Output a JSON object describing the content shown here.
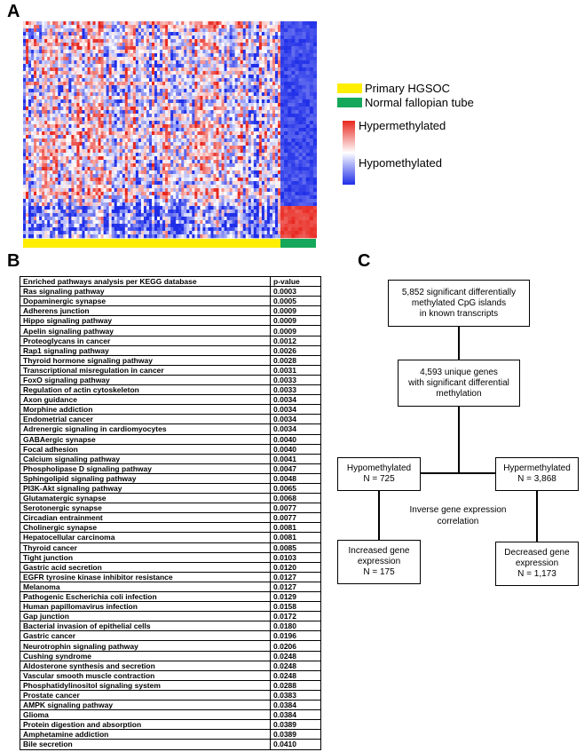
{
  "panels": {
    "a": "A",
    "b": "B",
    "c": "C"
  },
  "heatmap": {
    "colors": {
      "hyper": "#e8271f",
      "hypo": "#1f2ee8",
      "mid": "#ffffff"
    },
    "annotation_colors": {
      "tumor": "#ffee00",
      "normal": "#15a85a"
    }
  },
  "legend": {
    "primary": {
      "label": "Primary HGSOC",
      "color": "#ffee00"
    },
    "normal": {
      "label": "Normal fallopian tube",
      "color": "#15a85a"
    },
    "hyper_label": "Hypermethylated",
    "hypo_label": "Hypomethylated"
  },
  "table": {
    "header": {
      "pathway": "Enriched pathways analysis per KEGG database",
      "pvalue": "p-value"
    },
    "rows": [
      [
        "Ras signaling pathway",
        "0.0003"
      ],
      [
        "Dopaminergic synapse",
        "0.0005"
      ],
      [
        "Adherens junction",
        "0.0009"
      ],
      [
        "Hippo signaling pathway",
        "0.0009"
      ],
      [
        "Apelin signaling pathway",
        "0.0009"
      ],
      [
        "Proteoglycans in cancer",
        "0.0012"
      ],
      [
        "Rap1 signaling pathway",
        "0.0026"
      ],
      [
        "Thyroid hormone signaling pathway",
        "0.0028"
      ],
      [
        "Transcriptional misregulation in cancer",
        "0.0031"
      ],
      [
        "FoxO signaling pathway",
        "0.0033"
      ],
      [
        "Regulation of actin cytoskeleton",
        "0.0033"
      ],
      [
        "Axon guidance",
        "0.0034"
      ],
      [
        "Morphine addiction",
        "0.0034"
      ],
      [
        "Endometrial cancer",
        "0.0034"
      ],
      [
        "Adrenergic signaling in cardiomyocytes",
        "0.0034"
      ],
      [
        "GABAergic synapse",
        "0.0040"
      ],
      [
        "Focal adhesion",
        "0.0040"
      ],
      [
        "Calcium signaling pathway",
        "0.0041"
      ],
      [
        "Phospholipase D signaling pathway",
        "0.0047"
      ],
      [
        "Sphingolipid signaling pathway",
        "0.0048"
      ],
      [
        "PI3K-Akt signaling pathway",
        "0.0065"
      ],
      [
        "Glutamatergic synapse",
        "0.0068"
      ],
      [
        "Serotonergic synapse",
        "0.0077"
      ],
      [
        "Circadian entrainment",
        "0.0077"
      ],
      [
        "Cholinergic synapse",
        "0.0081"
      ],
      [
        "Hepatocellular carcinoma",
        "0.0081"
      ],
      [
        "Thyroid cancer",
        "0.0085"
      ],
      [
        "Tight junction",
        "0.0103"
      ],
      [
        "Gastric acid secretion",
        "0.0120"
      ],
      [
        "EGFR tyrosine kinase inhibitor resistance",
        "0.0127"
      ],
      [
        "Melanoma",
        "0.0127"
      ],
      [
        "Pathogenic Escherichia coli infection",
        "0.0129"
      ],
      [
        "Human papillomavirus infection",
        "0.0158"
      ],
      [
        "Gap junction",
        "0.0172"
      ],
      [
        "Bacterial invasion of epithelial cells",
        "0.0180"
      ],
      [
        "Gastric cancer",
        "0.0196"
      ],
      [
        "Neurotrophin signaling pathway",
        "0.0206"
      ],
      [
        "Cushing syndrome",
        "0.0248"
      ],
      [
        "Aldosterone synthesis and secretion",
        "0.0248"
      ],
      [
        "Vascular smooth muscle contraction",
        "0.0248"
      ],
      [
        "Phosphatidylinositol signaling system",
        "0.0288"
      ],
      [
        "Prostate cancer",
        "0.0383"
      ],
      [
        "AMPK signaling pathway",
        "0.0384"
      ],
      [
        "Glioma",
        "0.0384"
      ],
      [
        "Protein digestion and absorption",
        "0.0389"
      ],
      [
        "Amphetamine addiction",
        "0.0389"
      ],
      [
        "Bile secretion",
        "0.0410"
      ]
    ]
  },
  "flow": {
    "top": {
      "l1": "5,852 significant differentially",
      "l2": "methylated CpG islands",
      "l3": "in known transcripts"
    },
    "genes": {
      "l1": "4,593 unique genes",
      "l2": "with significant differential",
      "l3": "methylation"
    },
    "hypo": {
      "l1": "Hypomethylated",
      "l2": "N = 725"
    },
    "hyper": {
      "l1": "Hypermethylated",
      "l2": "N = 3,868"
    },
    "inverse": {
      "l1": "Inverse gene expression",
      "l2": "correlation"
    },
    "increased": {
      "l1": "Increased gene",
      "l2": "expression",
      "l3": "N = 175"
    },
    "decreased": {
      "l1": "Decreased gene",
      "l2": "expression",
      "l3": "N = 1,173"
    }
  }
}
